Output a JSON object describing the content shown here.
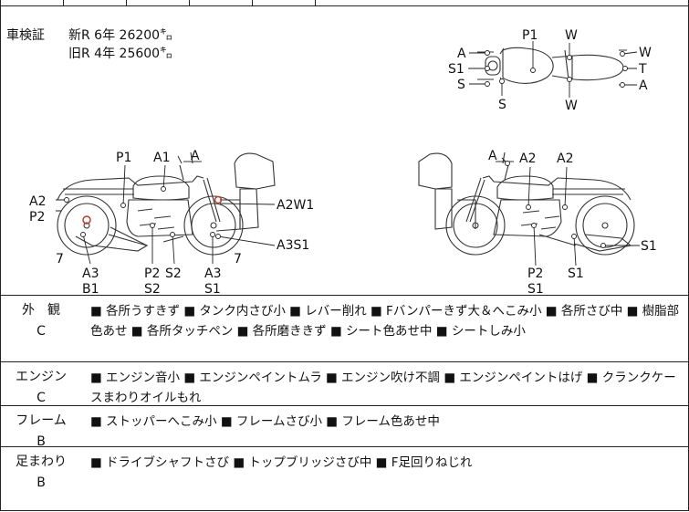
{
  "inspection": {
    "heading": "車検証",
    "lines": [
      "新R 6年 26200㌔",
      "旧R 4年 25600㌔"
    ]
  },
  "top_view_labels": {
    "P1": "P1",
    "W_top_mid": "W",
    "A_left": "A",
    "S1_left": "S1",
    "S_left": "S",
    "S_bottom": "S",
    "W_bottom": "W",
    "W_right": "W",
    "T_right": "T",
    "A_right": "A"
  },
  "left_view_labels": {
    "P1": "P1",
    "A1": "A1",
    "A_top": "A",
    "A2": "A2",
    "P2": "P2",
    "A2W1": "A2W1",
    "A3S1_right": "A3S1",
    "seven_left": "7",
    "seven_right": "7",
    "A3_bottom": "A3",
    "B1": "B1",
    "P2_bottom": "P2",
    "S2_a": "S2",
    "S2_b": "S2",
    "A3_b2": "A3",
    "S1_b2": "S1"
  },
  "right_view_labels": {
    "A_top": "A",
    "A2_a": "A2",
    "A2_b": "A2",
    "S1_right": "S1",
    "P2_bottom": "P2",
    "S1_bottom": "S1",
    "S1_b2": "S1"
  },
  "rows": [
    {
      "name": "外　観",
      "grade": "C",
      "text": "■ 各所うすきず ■ タンク内さび小 ■ レバー削れ ■ Fバンパーきず大＆へこみ小 ■ 各所さび中 ■ 樹脂部色あせ ■ 各所タッチペン ■ 各所磨ききず ■ シート色あせ中 ■ シートしみ小"
    },
    {
      "name": "エンジン",
      "grade": "C",
      "text": "■ エンジン音小 ■ エンジンペイントムラ ■ エンジン吹け不調 ■ エンジンペイントはげ ■ クランクケースまわりオイルもれ"
    },
    {
      "name": "フレーム",
      "grade": "B",
      "text": "■ ストッパーへこみ小 ■ フレームさび小 ■ フレーム色あせ中"
    },
    {
      "name": "足まわり",
      "grade": "B",
      "text": "■ ドライブシャフトさび ■ トップブリッジさび中 ■ F足回りねじれ"
    }
  ]
}
